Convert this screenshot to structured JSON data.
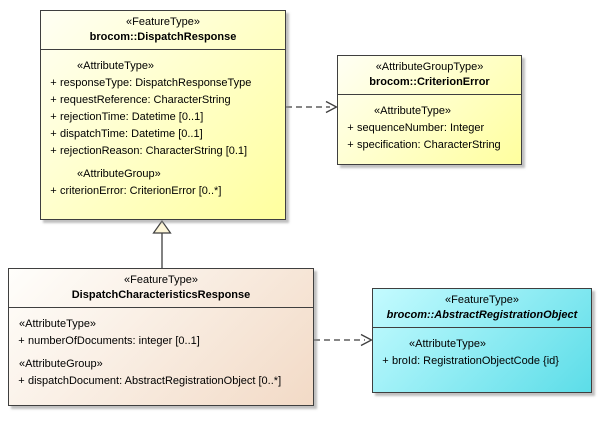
{
  "classes": {
    "dispatch_response": {
      "stereotype": "«FeatureType»",
      "name": "brocom::DispatchResponse",
      "fill": {
        "from": "#FFFFF4",
        "to": "#FFFF9E"
      },
      "sections": [
        {
          "header": "«AttributeType»",
          "attributes": [
            {
              "vis": "+",
              "text": "responseType: DispatchResponseType"
            },
            {
              "vis": "+",
              "text": "requestReference: CharacterString"
            },
            {
              "vis": "+",
              "text": "rejectionTime: Datetime [0..1]"
            },
            {
              "vis": "+",
              "text": "dispatchTime: Datetime [0..1]"
            },
            {
              "vis": "+",
              "text": "rejectionReason: CharacterString [0.1]"
            }
          ]
        },
        {
          "header": "«AttributeGroup»",
          "attributes": [
            {
              "vis": "+",
              "text": "criterionError: CriterionError [0..*]"
            }
          ]
        }
      ]
    },
    "criterion_error": {
      "stereotype": "«AttributeGroupType»",
      "name": "brocom::CriterionError",
      "fill": {
        "from": "#FFFFF4",
        "to": "#FFFF9E"
      },
      "sections": [
        {
          "header": "«AttributeType»",
          "attributes": [
            {
              "vis": "+",
              "text": "sequenceNumber: Integer"
            },
            {
              "vis": "+",
              "text": "specification: CharacterString"
            }
          ]
        }
      ]
    },
    "dispatch_characteristics_response": {
      "stereotype": "«FeatureType»",
      "name": "DispatchCharacteristicsResponse",
      "fill": {
        "from": "#FFFEFB",
        "to": "#F2DAC6"
      },
      "sections": [
        {
          "header": "«AttributeType»",
          "attributes": [
            {
              "vis": "+",
              "text": "numberOfDocuments: integer [0..1]"
            }
          ]
        },
        {
          "header": "«AttributeGroup»",
          "attributes": [
            {
              "vis": "+",
              "text": "dispatchDocument: AbstractRegistrationObject [0..*]"
            }
          ]
        }
      ]
    },
    "abstract_registration_object": {
      "stereotype": "«FeatureType»",
      "name": "brocom::AbstractRegistrationObject",
      "fill": {
        "from": "#C4FBFF",
        "to": "#5CDDE8"
      },
      "sections": [
        {
          "header": "«AttributeType»",
          "attributes": [
            {
              "vis": "+",
              "text": "broId: RegistrationObjectCode {id}"
            }
          ]
        }
      ]
    }
  },
  "relations": [
    {
      "type": "dependency",
      "from": "brocom::DispatchResponse",
      "to": "brocom::CriterionError",
      "line": "dashed",
      "arrow": "open"
    },
    {
      "type": "generalization",
      "from": "DispatchCharacteristicsResponse",
      "to": "brocom::DispatchResponse",
      "line": "solid",
      "arrow": "hollow-triangle"
    },
    {
      "type": "dependency",
      "from": "DispatchCharacteristicsResponse",
      "to": "brocom::AbstractRegistrationObject",
      "line": "dashed",
      "arrow": "open"
    }
  ],
  "colors": {
    "border": "#3F3F3F",
    "shadow": "#8C8C8C",
    "background": "#FFFFFF"
  }
}
